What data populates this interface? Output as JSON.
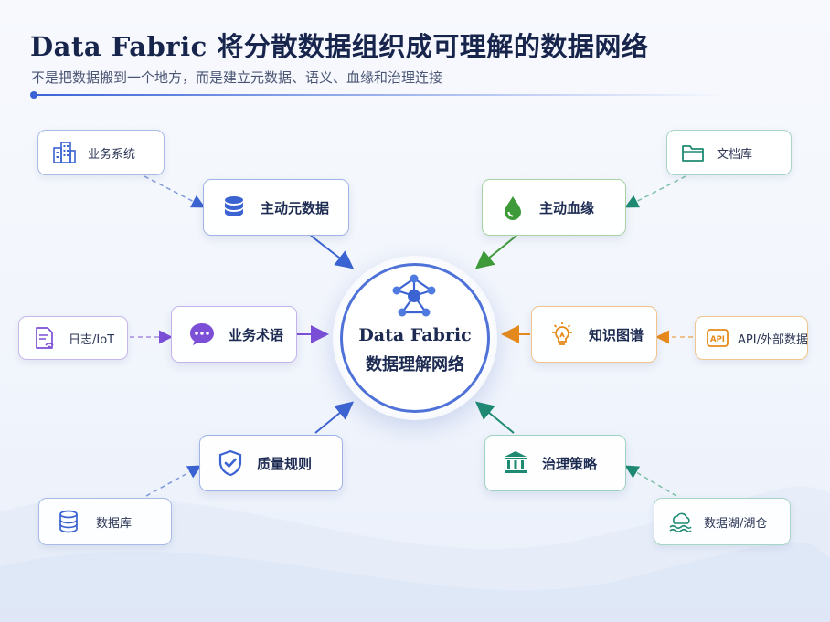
{
  "header": {
    "title": "Data Fabric 将分散数据组织成可理解的数据网络",
    "subtitle": "不是把数据搬到一个地方，而是建立元数据、语义、血缘和治理连接"
  },
  "hub": {
    "title": "Data Fabric",
    "subtitle": "数据理解网络",
    "icon": "network-nodes-icon"
  },
  "capabilities": [
    {
      "label": "主动元数据",
      "icon": "database-stack-icon",
      "color": "#3b63d1"
    },
    {
      "label": "主动血缘",
      "icon": "water-drop-icon",
      "color": "#3f9a3a"
    },
    {
      "label": "业务术语",
      "icon": "chat-bubble-icon",
      "color": "#7b4fd6"
    },
    {
      "label": "知识图谱",
      "icon": "lightbulb-icon",
      "color": "#e68a1c"
    },
    {
      "label": "质量规则",
      "icon": "shield-check-icon",
      "color": "#3b63d1"
    },
    {
      "label": "治理策略",
      "icon": "institution-icon",
      "color": "#1e8a72"
    }
  ],
  "sources": [
    {
      "label": "业务系统",
      "icon": "buildings-icon",
      "color": "#3b63d1"
    },
    {
      "label": "文档库",
      "icon": "folder-icon",
      "color": "#1e8a72"
    },
    {
      "label": "日志/IoT",
      "icon": "log-file-icon",
      "color": "#7b4fd6"
    },
    {
      "label": "API/外部数据",
      "icon": "api-icon",
      "color": "#e68a1c",
      "badge": "API"
    },
    {
      "label": "数据库",
      "icon": "database-icon",
      "color": "#3b63d1"
    },
    {
      "label": "数据湖/湖仓",
      "icon": "lake-cloud-icon",
      "color": "#1e8a72"
    }
  ]
}
